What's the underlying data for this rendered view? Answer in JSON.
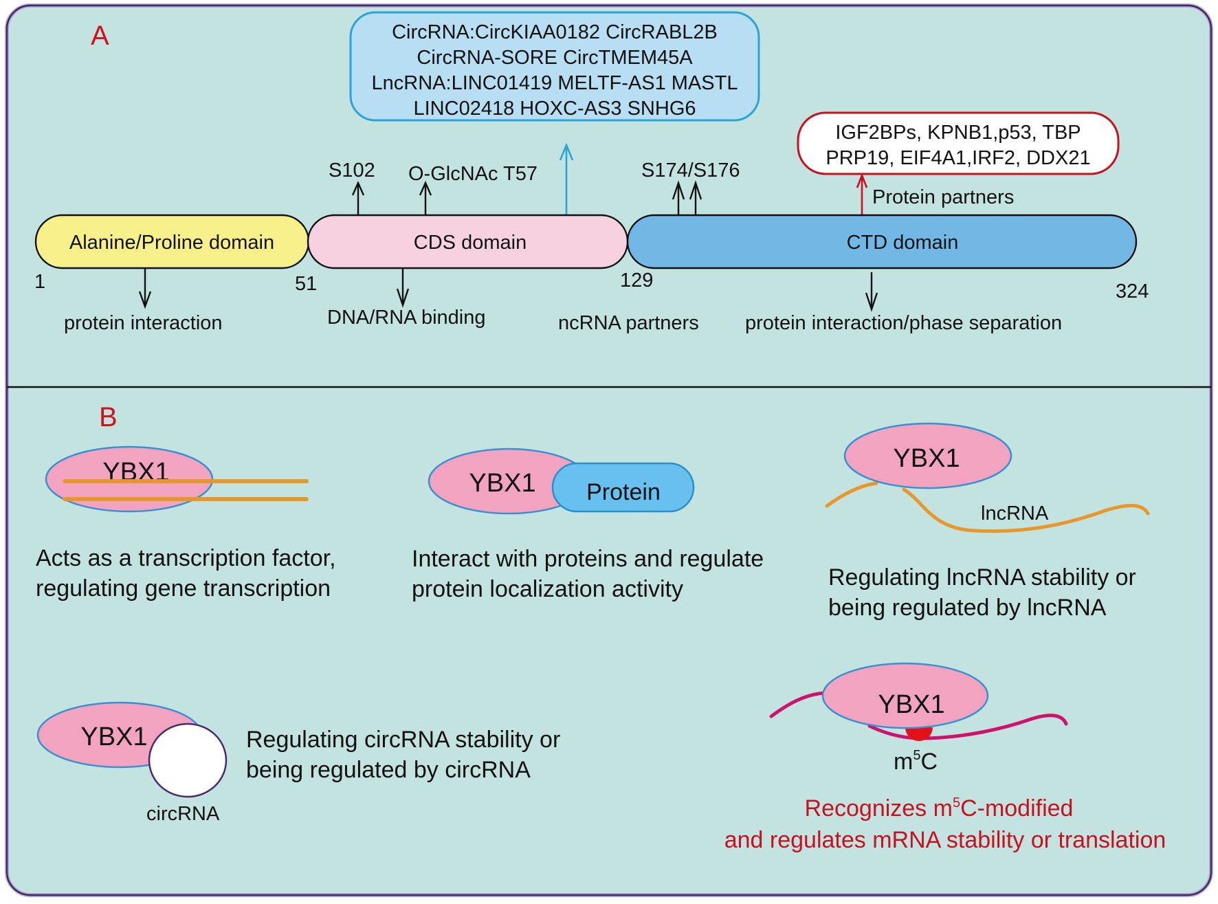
{
  "panels": {
    "a_label": "A",
    "b_label": "B"
  },
  "colors": {
    "background": "#c3e3e1",
    "frame_border": "#3b2a5c",
    "alanine_domain": "#f7f08a",
    "cds_domain": "#f7d0e2",
    "ctd_domain": "#72b8e6",
    "ybx1_fill": "#f2a3c0",
    "ybx1_stroke": "#3a8fd0",
    "protein_fill": "#67c0ee",
    "ncrna_box_fill": "#b7def2",
    "ncrna_box_stroke": "#2ba3d4",
    "partner_box_stroke": "#c8101e",
    "rna_orange": "#e6992a",
    "mrna_magenta": "#d0126f",
    "m5c_dot": "#e4101a",
    "highlight_text": "#c8101e"
  },
  "panel_a": {
    "domains": [
      {
        "name": "Alanine/Proline domain",
        "start": "1"
      },
      {
        "name": "CDS domain",
        "start": "51"
      },
      {
        "name": "CTD domain",
        "start": "129",
        "end": "324"
      }
    ],
    "sites": {
      "s102": "S102",
      "o_glcnac": "O-GlcNAc T57",
      "s174_s176": "S174/S176"
    },
    "functions": {
      "alanine": "protein interaction",
      "cds": "DNA/RNA binding",
      "ncrna": "ncRNA partners",
      "ctd": "protein interaction/phase separation",
      "protein_partners": "Protein partners"
    },
    "ncrna_box_lines": [
      "CircRNA:CircKIAA0182 CircRABL2B",
      "CircRNA-SORE CircTMEM45A",
      "LncRNA:LINC01419 MELTF-AS1 MASTL",
      "LINC02418  HOXC-AS3 SNHG6"
    ],
    "partner_box_lines": [
      "IGF2BPs, KPNB1,p53, TBP",
      "PRP19, EIF4A1,IRF2, DDX21"
    ]
  },
  "panel_b": {
    "protein_name": "YBX1",
    "transcription": {
      "lines": [
        "Acts as a transcription factor,",
        "regulating gene transcription"
      ]
    },
    "protein_interaction": {
      "partner_label": "Protein",
      "lines": [
        "Interact with proteins and regulate",
        "protein localization activity"
      ]
    },
    "lncrna": {
      "rna_label": "lncRNA",
      "lines": [
        "Regulating lncRNA stability or",
        "being regulated by lncRNA"
      ]
    },
    "circrna": {
      "rna_label": "circRNA",
      "lines": [
        "Regulating circRNA stability or",
        "being regulated by circRNA"
      ]
    },
    "m5c": {
      "mod_base": "m",
      "mod_sup": "5",
      "mod_tail": "C",
      "line1_pre": "Recognizes m",
      "line1_sup": "5",
      "line1_post": "C-modified",
      "line2": "and regulates mRNA stability or translation"
    }
  }
}
